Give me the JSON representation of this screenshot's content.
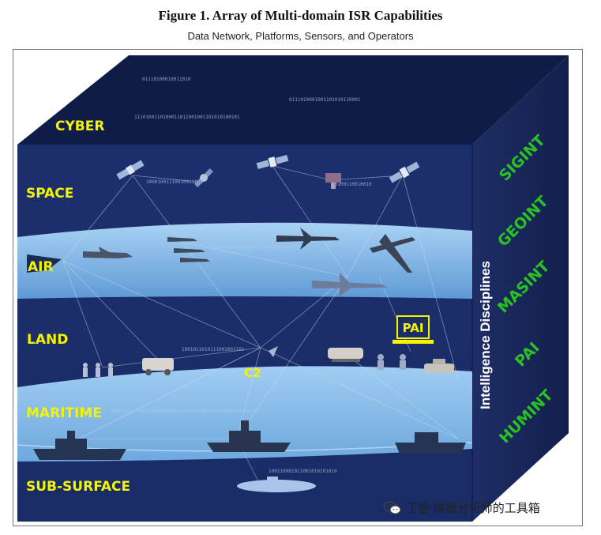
{
  "figure": {
    "title": "Figure 1. Array of Multi-domain ISR Capabilities",
    "subtitle": "Data Network, Platforms, Sensors, and Operators"
  },
  "domains": {
    "cyber": "CYBER",
    "space": "SPACE",
    "air": "AIR",
    "land": "LAND",
    "maritime": "MARITIME",
    "subsurface": "SUB-SURFACE"
  },
  "nodes": {
    "c2": "C2",
    "pai": "PAI"
  },
  "side_panel": {
    "title": "Intelligence Disciplines",
    "disciplines": [
      "SIGINT",
      "GEOINT",
      "MASINT",
      "PAI",
      "HUMINT"
    ]
  },
  "binary_streams": {
    "cyber_1": "01110100010011010",
    "cyber_2": "0111010001001101010110001",
    "cyber_3": "1110100110100011011001001101010100101",
    "space_1": "10001001110010011011",
    "space_2": "00100110010010",
    "air_1": "110001000100100111000100100111",
    "land_1": "1001011010111001001101",
    "maritime_1": "1000010110101110001000110001010001100010001101101001",
    "sub_1": "100110001011001010101010"
  },
  "watermark": "丁爸 情报分析师的工具箱",
  "colors": {
    "cube_front": "#1b2f6b",
    "cube_top": "#101e4a",
    "cube_side": "#19285e",
    "sky_band": "#7db4e6",
    "sea_band": "#8ec0ec",
    "domain_label": "#f4f400",
    "discipline_label": "#29c224"
  }
}
